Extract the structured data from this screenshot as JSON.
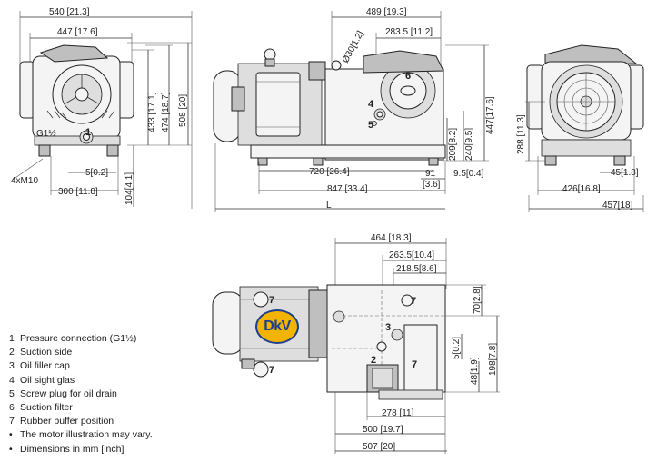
{
  "front_view": {
    "dims": {
      "w540": "540 [21.3]",
      "w447": "447 [17.6]",
      "h433": "433 [17.1]",
      "h474": "474 [18.7]",
      "h508": "508 [20]",
      "w5": "5[0.2]",
      "w300": "300 [11.8]",
      "h104": "104[4.1]",
      "m10": "4xM10",
      "g1": "G1½"
    },
    "callout_1": "1"
  },
  "side_view": {
    "dims": {
      "w489": "489 [19.3]",
      "w283": "283.5 [11.2]",
      "dia30": "Ø30[1.2]",
      "h447": "447[17.6]",
      "h240": "240[9.5]",
      "h209": "209[8.2]",
      "w720": "720 [26.4]",
      "w91": "91",
      "w91b": "[3.6]",
      "w9": "9.5[0.4]",
      "w847": "847 [33.4]",
      "wL": "L"
    },
    "callouts": {
      "c6": "6",
      "c4": "4",
      "c5": "5"
    }
  },
  "end_view": {
    "dims": {
      "h288": "288 [11.3]",
      "w45": "45[1.8]",
      "w426": "426[16.8]",
      "w457": "457[18]"
    }
  },
  "top_view": {
    "dims": {
      "w464": "464 [18.3]",
      "w263": "263.5[10.4]",
      "w218": "218.5[8.6]",
      "h70": "70[2.8]",
      "h5": "5[0.2]",
      "h48": "48[1.9]",
      "h198": "198[7.8]",
      "w278": "278 [11]",
      "w500": "500 [19.7]",
      "w507": "507 [20]"
    },
    "callouts": {
      "c7a": "7",
      "c7b": "7",
      "c7c": "7",
      "c7d": "7",
      "c3": "3",
      "c2": "2"
    },
    "logo": "DkV"
  },
  "legend": [
    {
      "num": "1",
      "text": "Pressure connection (G1½)"
    },
    {
      "num": "2",
      "text": "Suction side"
    },
    {
      "num": "3",
      "text": "Oil filler cap"
    },
    {
      "num": "4",
      "text": "Oil sight glas"
    },
    {
      "num": "5",
      "text": "Screw plug for oil drain"
    },
    {
      "num": "6",
      "text": "Suction filter"
    },
    {
      "num": "7",
      "text": "Rubber buffer position"
    },
    {
      "num": "•",
      "text": "The motor illustration may vary."
    },
    {
      "num": "•",
      "text": "Dimensions in mm [inch]"
    }
  ]
}
